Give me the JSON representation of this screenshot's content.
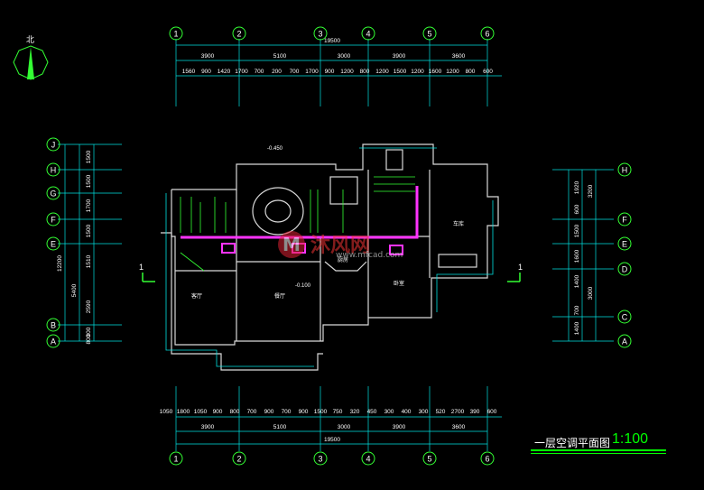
{
  "drawing": {
    "title": "一层空调平面图",
    "scale": "1:100",
    "north_label": "北"
  },
  "axes_top": [
    "1",
    "2",
    "3",
    "4",
    "5",
    "6"
  ],
  "axes_right": [
    "H",
    "F",
    "E",
    "D",
    "C",
    "A"
  ],
  "axes_left": [
    "J",
    "H",
    "G",
    "F",
    "E",
    "B",
    "A"
  ],
  "dims_top_total": "19500",
  "dims_top_row1": [
    "3900",
    "5100",
    "3000",
    "3900",
    "3600"
  ],
  "dims_top_row2": [
    "1560",
    "900",
    "1420",
    "1700",
    "700",
    "200",
    "700",
    "1700",
    "900",
    "1200",
    "800",
    "1200",
    "1500",
    "1200",
    "1600",
    "1200",
    "800",
    "600"
  ],
  "dims_bottom_total": "19500",
  "dims_bottom_row1": [
    "3900",
    "5100",
    "3000",
    "3900",
    "3600"
  ],
  "dims_bottom_row2": [
    "1050",
    "1800",
    "1050",
    "900",
    "800",
    "700",
    "900",
    "700",
    "900",
    "1500",
    "750",
    "320",
    "450",
    "300",
    "400",
    "300",
    "520",
    "2700",
    "390",
    "600"
  ],
  "dims_left_col1": [
    "12200",
    "5400"
  ],
  "dims_left_col2": [
    "1500",
    "1500",
    "1700",
    "1500",
    "1510",
    "2590",
    "300",
    "800"
  ],
  "dims_right_col1": [
    "3200",
    "3000"
  ],
  "dims_right_col2": [
    "1920",
    "600",
    "1500",
    "1600",
    "1400",
    "700",
    "1400"
  ],
  "section_marks": [
    "1",
    "1"
  ],
  "room_labels": [
    "客厅",
    "餐厅",
    "厨房",
    "卧室",
    "车库"
  ],
  "levels": [
    "-0.450",
    "-0.100"
  ],
  "watermark": {
    "name": "沐风网",
    "url": "www.mfcad.com"
  },
  "colors": {
    "wall": "#d9d9d9",
    "dim": "#00e0e0",
    "axis": "#33ff33",
    "duct": "#ff33ff",
    "red": "#ff3333"
  }
}
